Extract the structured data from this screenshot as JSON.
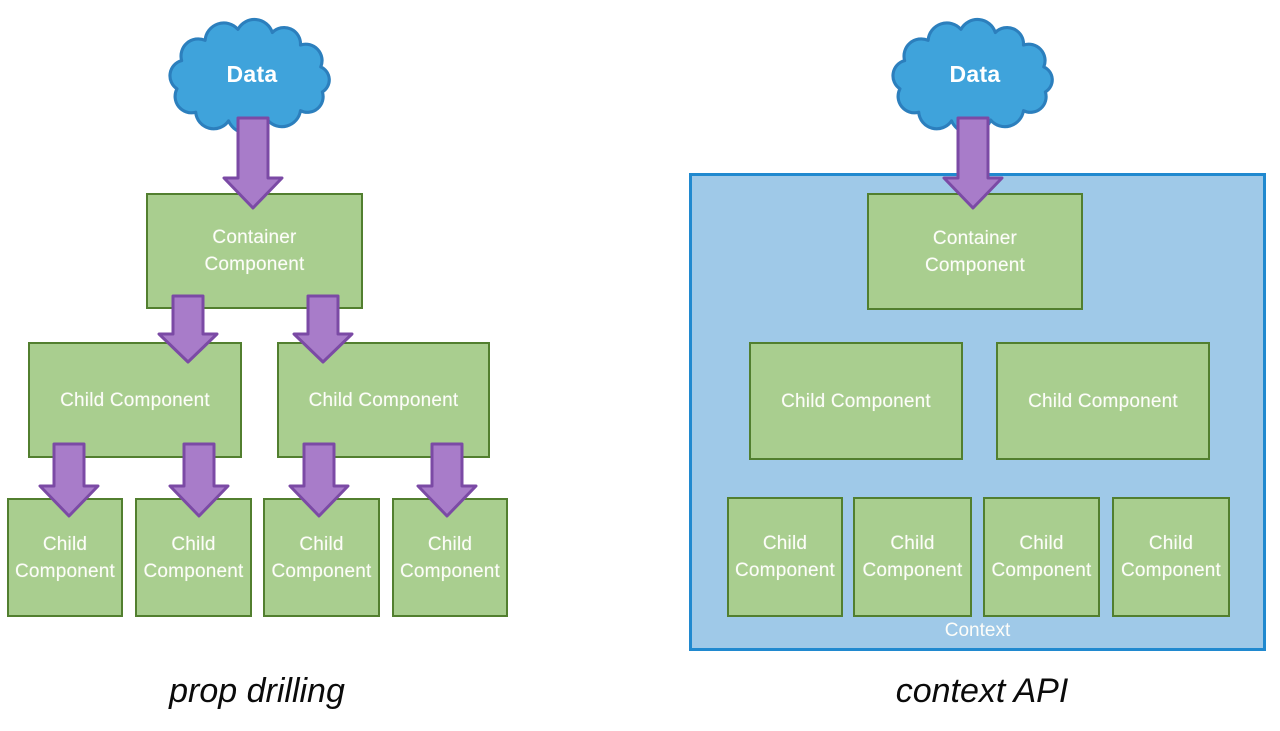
{
  "left_diagram": {
    "caption": "prop drilling",
    "cloud_label": "Data",
    "container_label": "Container Component",
    "middle_children": [
      "Child Component",
      "Child Component"
    ],
    "bottom_children": [
      "Child Component",
      "Child Component",
      "Child Component",
      "Child Component"
    ]
  },
  "right_diagram": {
    "caption": "context API",
    "cloud_label": "Data",
    "context_label": "Context",
    "container_label": "Container Component",
    "middle_children": [
      "Child Component",
      "Child Component"
    ],
    "bottom_children": [
      "Child Component",
      "Child Component",
      "Child Component",
      "Child Component"
    ]
  },
  "colors": {
    "cloud_fill": "#3FA3DB",
    "cloud_border": "#2C7FBD",
    "arrow_fill": "#A87CC9",
    "arrow_border": "#7B4AA5",
    "component_fill": "#A9CE8F",
    "component_border": "#527F2F",
    "context_fill": "#9FC9E8",
    "context_border": "#2089CF"
  }
}
